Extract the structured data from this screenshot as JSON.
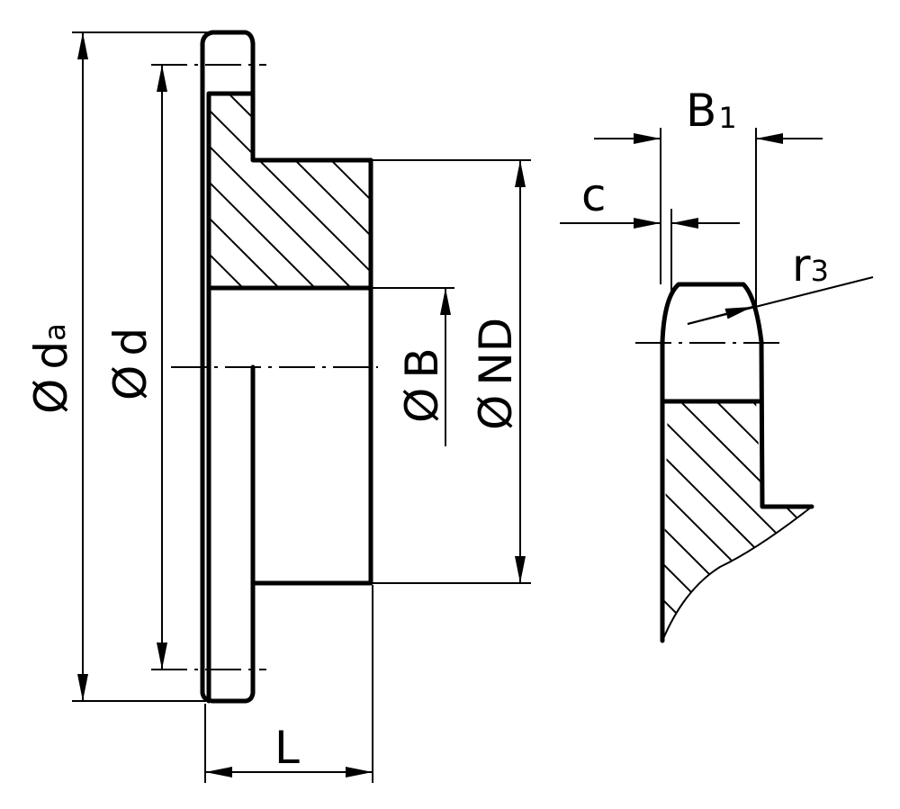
{
  "labels": {
    "da": {
      "symbol": "Ø",
      "main": "d",
      "sub": "a"
    },
    "d": {
      "symbol": "Ø",
      "main": "d"
    },
    "B": {
      "symbol": "Ø",
      "main": "B"
    },
    "ND": {
      "symbol": "Ø",
      "main": "ND"
    },
    "L": {
      "main": "L"
    },
    "B1": {
      "main": "B",
      "sub": "1"
    },
    "c": {
      "main": "c"
    },
    "r3": {
      "main": "r",
      "sub": "3"
    }
  },
  "colors": {
    "line": "#000000",
    "background": "#ffffff"
  }
}
